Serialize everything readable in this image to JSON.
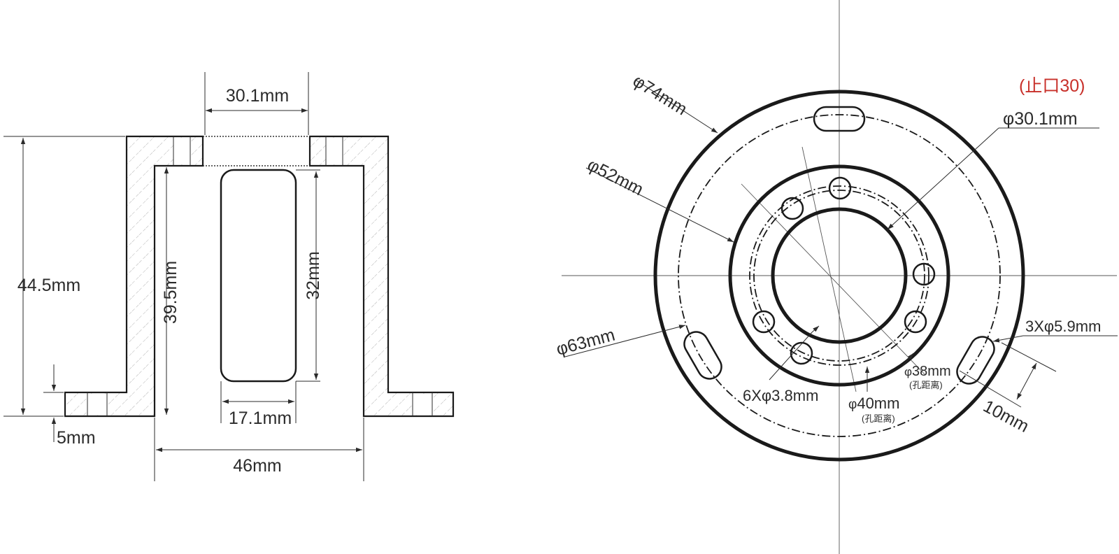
{
  "side_view": {
    "dims": {
      "top_opening": "30.1mm",
      "total_height": "44.5mm",
      "inner_height": "39.5mm",
      "slot_height": "32mm",
      "slot_width": "17.1mm",
      "flange_thickness": "5mm",
      "inner_width": "46mm"
    }
  },
  "top_view": {
    "dims": {
      "outer_diameter": "74mm",
      "body_diameter": "52mm",
      "bore_diameter": "30.1mm",
      "slot_circle": "63mm",
      "slots": "3Xφ5.9mm",
      "slot_length": "10mm",
      "holes": "6Xφ3.8mm",
      "circle_38": "38mm",
      "circle_40": "40mm",
      "hole_pitch_note": "(孔距离)",
      "spigot_note": "(止口30)",
      "phi_symbol": "φ"
    }
  }
}
